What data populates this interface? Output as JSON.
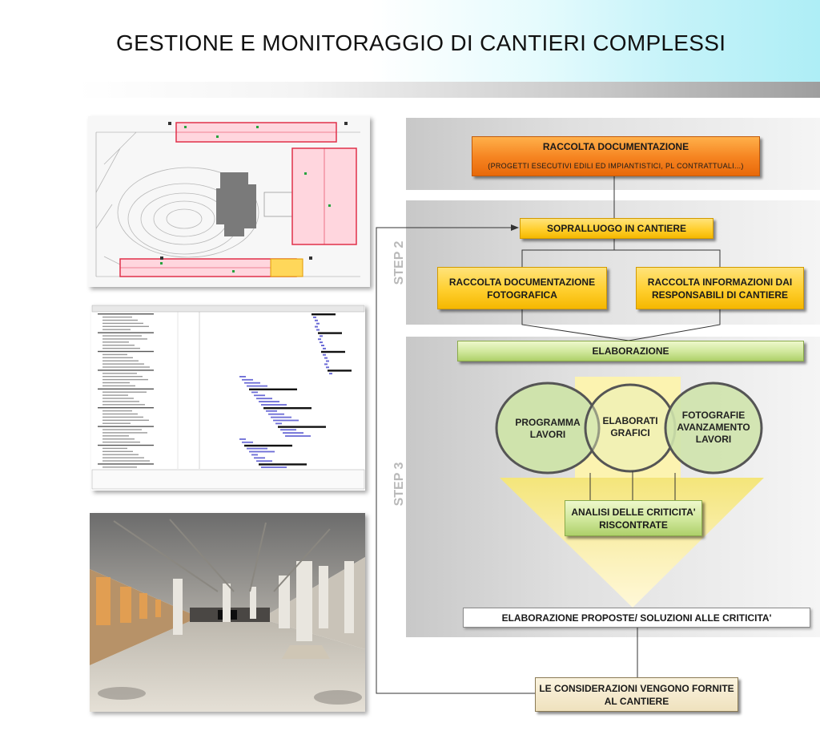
{
  "header": {
    "title": "GESTIONE E MONITORAGGIO DI CANTIERI COMPLESSI"
  },
  "steps": {
    "step2": "STEP 2",
    "step3": "STEP 3"
  },
  "nodes": {
    "raccolta_doc": {
      "title": "RACCOLTA DOCUMENTAZIONE",
      "subtitle": "(PROGETTI ESECUTIVI EDILI ED IMPIANTISTICI, PL CONTRATTUALI...)"
    },
    "sopralluogo": "SOPRALLUOGO IN CANTIERE",
    "foto_doc": [
      "RACCOLTA DOCUMENTAZIONE",
      "FOTOGRAFICA"
    ],
    "info_resp": [
      "RACCOLTA INFORMAZIONI DAI",
      "RESPONSABILI DI CANTIERE"
    ],
    "elaborazione": "ELABORAZIONE",
    "programma": "PROGRAMMA LAVORI",
    "elaborati": [
      "ELABORATI",
      "GRAFICI"
    ],
    "fotografie": [
      "FOTOGRAFIE",
      "AVANZAMENTO",
      "LAVORI"
    ],
    "analisi": [
      "ANALISI DELLE CRITICITA'",
      "RISCONTRATE"
    ],
    "proposte": "ELABORAZIONE  PROPOSTE/  SOLUZIONI ALLE CRITICITA'",
    "considerazioni": [
      "LE CONSIDERAZIONI VENGONO FORNITE",
      "AL CANTIERE"
    ]
  },
  "colors": {
    "orange": "#f5821f",
    "yellow": "#ffcf2e",
    "green": "#cfe79a",
    "cyan_band": "#aeeef6",
    "step_gray": "#b9b9b9"
  },
  "icons": {
    "plan": "floor-plan-drawing",
    "gantt": "gantt-schedule",
    "photo": "construction-site-photo"
  }
}
